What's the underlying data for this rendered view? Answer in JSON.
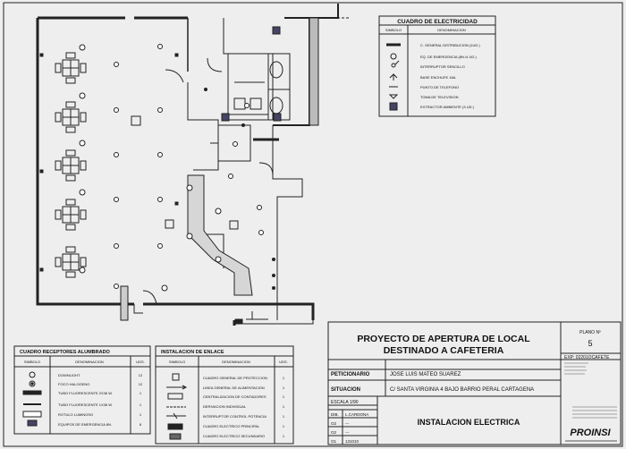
{
  "title_block": {
    "project_line1": "PROYECTO DE  APERTURA DE LOCAL",
    "project_line2": "DESTINADO A CAFETERIA",
    "plano_label": "PLANO Nº",
    "plano_number": "5",
    "exp": "EXP:  02201OCAFETE",
    "peticionario_label": "PETICIONARIO",
    "peticionario_value": "JOSE LUIS MATEO SUAREZ",
    "situacion_label": "SITUACION",
    "situacion_value": "C/  SANTA VIRGINIA 4 BAJO BARRIO PERAL CARTAGENA",
    "escala": "ESCALA   1/90",
    "dib_label": "DIB.",
    "dib_value": "L.CARDONA",
    "rev_rows": [
      {
        "n": "O2",
        "v": "---"
      },
      {
        "n": "O2",
        "v": "---"
      },
      {
        "n": "O1",
        "v": "131010"
      }
    ],
    "drawing_title": "INSTALACION ELECTRICA",
    "brand": "PROINSI"
  },
  "legend_electricidad": {
    "title": "CUADRO DE ELECTRICIDAD",
    "col_symbol": "SIMBOLO",
    "col_denom": "DENOMINACION",
    "rows": [
      "C. GENERAL DISTRIBUCION (1UD.)",
      "EQ. DE EMERGENCIA (8N./4 UD.)",
      "INTERRUPTOR SENCILLO",
      "BASE ENCHUFE 16A.",
      "PUNTO DE TELEFONO",
      "TOMA DE TELEVISION",
      "EXTRACTOR AMBIENTE (3 UD.)"
    ]
  },
  "legend_alumbrado": {
    "title": "CUADRO RECEPTORES ALUMBRADO",
    "col_symbol": "SIMBOLO",
    "col_denom": "DENOMINACION",
    "col_uds": "UDS.",
    "rows": [
      {
        "name": "DOWNLIGHT",
        "uds": "12"
      },
      {
        "name": "FOCO HALOGENO",
        "uds": "12"
      },
      {
        "name": "TUBO FLUORESCENTE 2X36 W.",
        "uds": "1"
      },
      {
        "name": "TUBO FLUORESCENTE 1X36 W.",
        "uds": "1"
      },
      {
        "name": "ROTULO LUMINOSO",
        "uds": "1"
      },
      {
        "name": "EQUIPOS DE EMERGENCIA 8N.",
        "uds": "8"
      }
    ]
  },
  "legend_enlace": {
    "title": "INSTALACION DE ENLACE",
    "col_symbol": "SIMBOLO",
    "col_denom": "DENOMINACION",
    "col_uds": "UDS.",
    "rows": [
      {
        "name": "CUADRO GENERAL DE PROTECCION",
        "uds": "1"
      },
      {
        "name": "LINEA GENERAL DE ALIMENTACION",
        "uds": "1"
      },
      {
        "name": "CENTRALIZACION DE CONTADORES",
        "uds": "1"
      },
      {
        "name": "DERIVACION INDIVIDUAL",
        "uds": "1"
      },
      {
        "name": "INTERRUPTOR CONTROL POTENCIA",
        "uds": "1"
      },
      {
        "name": "CUADRO ELECTRICO PRINCIPAL",
        "uds": "1"
      },
      {
        "name": "CUADRO ELECTRICO SECUNDARIO",
        "uds": "1"
      }
    ]
  }
}
